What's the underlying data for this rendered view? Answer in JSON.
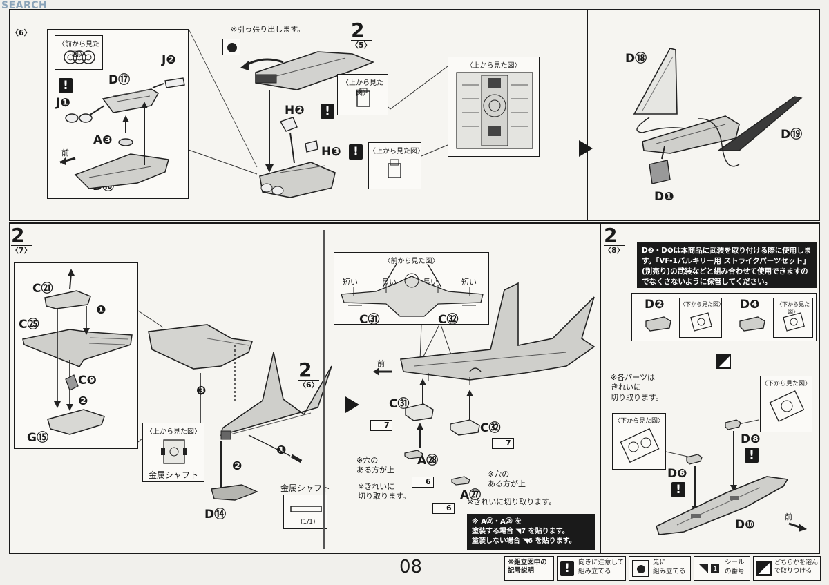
{
  "watermark": {
    "text": "SEARCH"
  },
  "top_left": {
    "step_sub": "〈6〉",
    "front_view": "〈前から見た図〉",
    "parts": {
      "d17": "D⑰",
      "j2": "J❷",
      "j1": "J❶",
      "a3": "A❸",
      "d16": "D⑯"
    },
    "front_arrow": "前"
  },
  "top_middle": {
    "step": "2",
    "step_sub": "〈5〉",
    "pull_note": "※引っ張り出します。",
    "top_view": "〈上から見た図〉",
    "parts": {
      "h2": "H❷",
      "h3": "H❸"
    }
  },
  "top_right": {
    "parts": {
      "d18": "D⑱",
      "d19": "D⑲",
      "d1": "D❶"
    }
  },
  "bottom_left": {
    "step": "2",
    "step_sub": "〈7〉",
    "parts": {
      "c21": "C㉑",
      "c25": "C㉕",
      "c9": "C❾",
      "g15": "G⑮",
      "d14": "D⑭"
    },
    "steps": {
      "s1": "❶",
      "s2": "❷",
      "s3": "❸"
    },
    "top_view": "〈上から見た図〉",
    "shaft_label": "金属シャフト",
    "shaft_label2": "金属シャフト",
    "shaft_scale": "(1/1)",
    "ref_step": "2",
    "ref_sub": "〈6〉"
  },
  "bottom_middle": {
    "front_view": "〈前から見た図〉",
    "short": "短い",
    "long": "長い",
    "parts": {
      "c31": "C㉛",
      "c32": "C㉜",
      "a28": "A㉘",
      "a27": "A㉗"
    },
    "front_arrow": "前",
    "hole_up": "※穴の\nある方が上",
    "cut_clean": "※きれいに\n切り取ります。",
    "cut_clean_inline": "※きれいに切り取ります。",
    "sticker7": "7",
    "sticker6": "6",
    "paint_note": "※ A㉗・A㉘ を\n塗装する場合 ◥7 を貼ります。\n塗装しない場合 ◥6 を貼ります。"
  },
  "bottom_right": {
    "step": "2",
    "step_sub": "〈8〉",
    "note": "D❷・D❹は本商品に武装を取り付ける際に使用します。「VF-1バルキリー用 ストライクパーツセット」(別売り)の武装などと組み合わせて使用できますのでなくさないように保管してください。",
    "bottom_view": "〈下から見た図〉",
    "parts": {
      "d2": "D❷",
      "d4": "D❹",
      "d8": "D❽",
      "d6": "D❻",
      "d10": "D❿"
    },
    "each_part": "※各パーツは\nきれいに\n切り取ります。",
    "front_arrow": "前"
  },
  "page_number": "08",
  "legend": {
    "title": "※組立図中の\n記号説明",
    "warn": "向きに注意して\n組み立てる",
    "first": "先に\n組み立てる",
    "sticker": "シール\nの番号",
    "choose": "どちらかを選ん\nで取りつける"
  }
}
